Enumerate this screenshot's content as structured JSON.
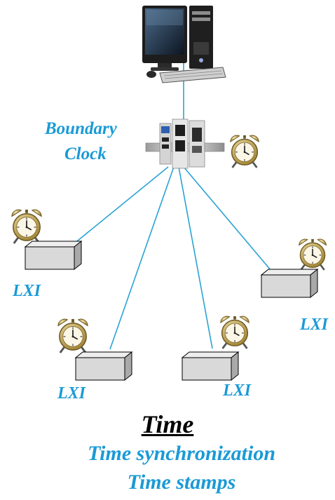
{
  "labels": {
    "boundary_line1": "Boundary",
    "boundary_line2": "Clock",
    "devices": [
      "LXI",
      "LXI",
      "LXI",
      "LXI"
    ],
    "heading": "Time",
    "subtitle_line1": "Time synchronization",
    "subtitle_line2": "Time stamps"
  },
  "colors": {
    "accent": "#1a9ad6",
    "link_line": "#2aa3d4",
    "heading": "#000000",
    "box_fill": "#d9d9d9",
    "box_stroke": "#000000"
  },
  "icons": [
    "computer-icon",
    "switch-icon",
    "alarm-clock-icon"
  ]
}
